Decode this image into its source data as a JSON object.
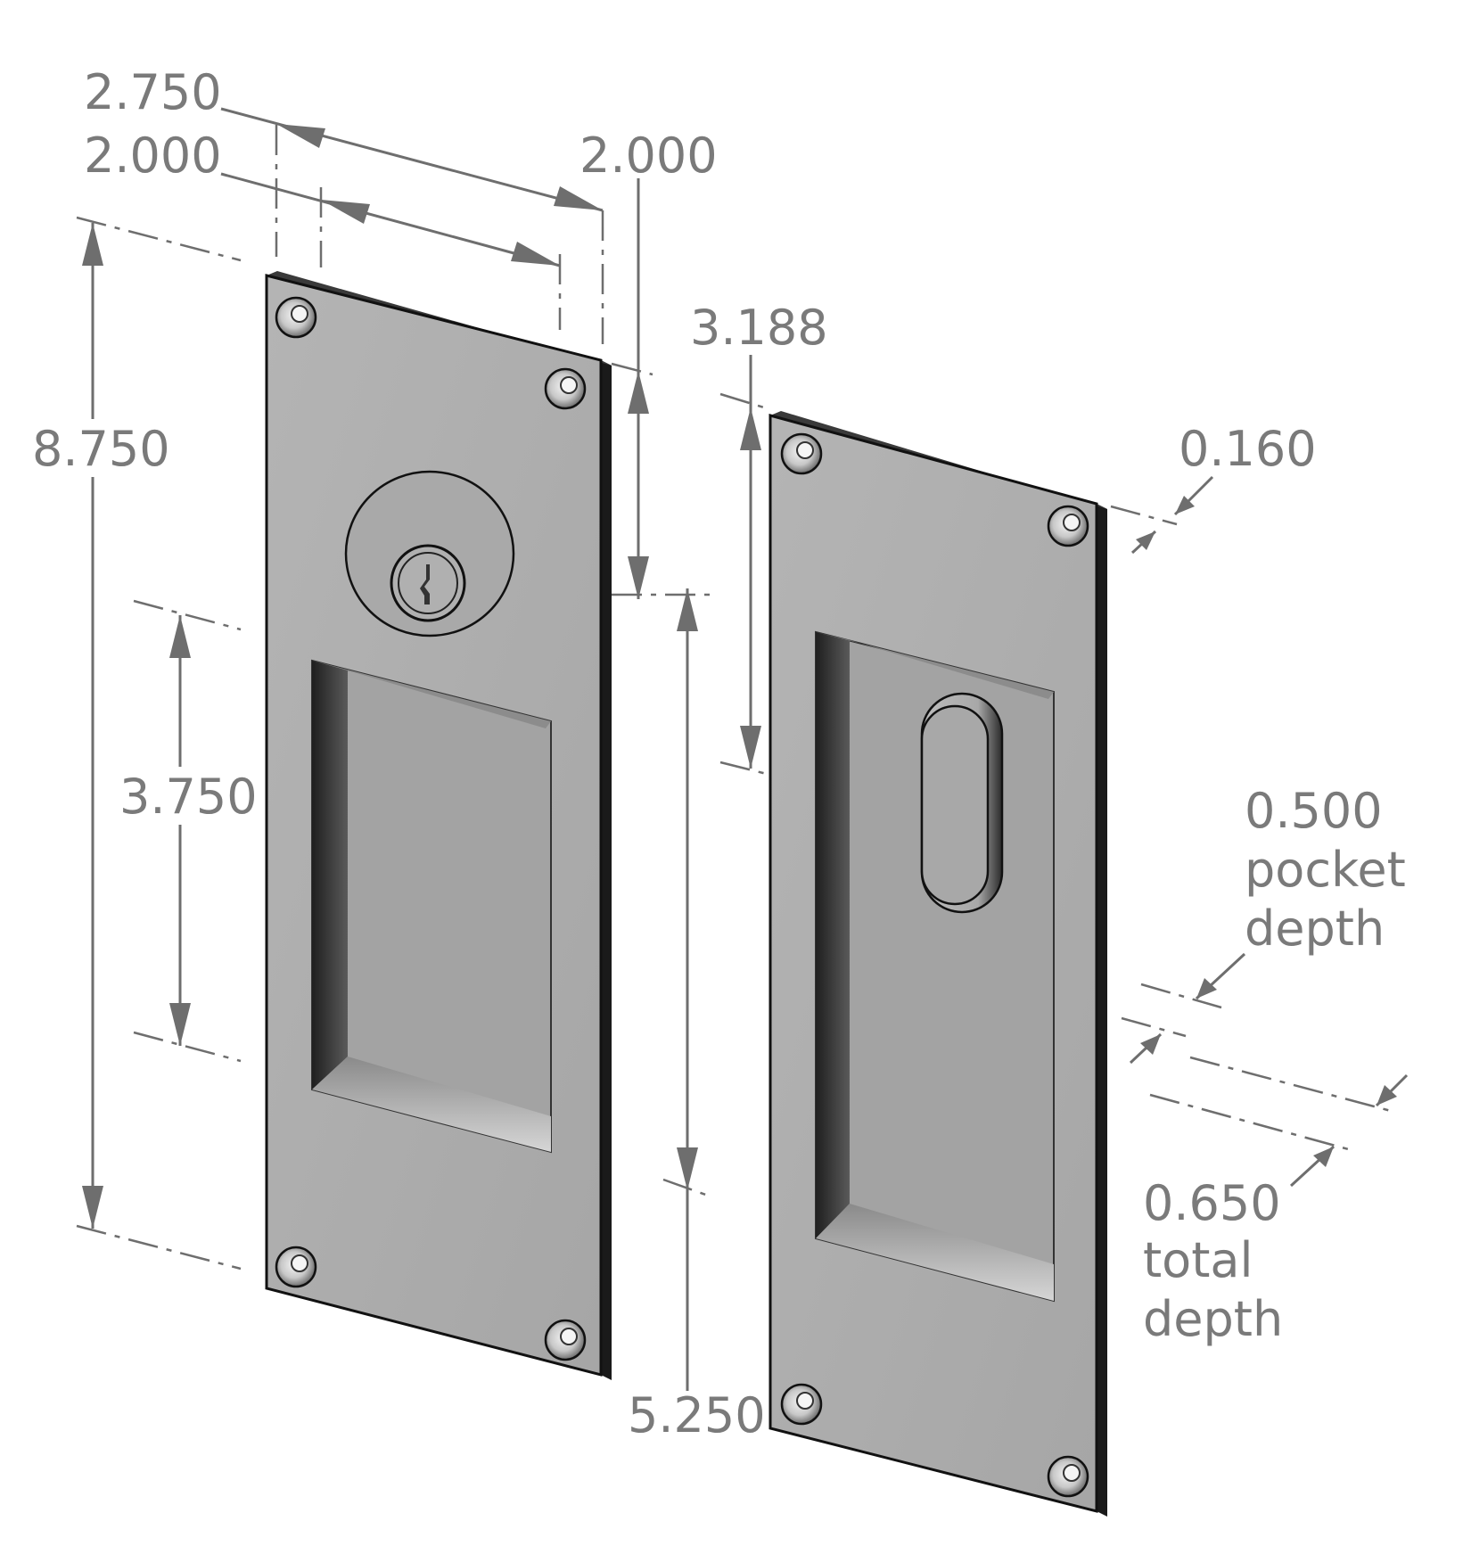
{
  "dimensions": {
    "width_overall": "2.750",
    "width_left_inner": "2.000",
    "right_offset": "2.000",
    "right_pocket_top": "3.188",
    "height_overall": "8.750",
    "faceplate_thickness": "0.160",
    "pocket_height": "3.750",
    "pocket_depth_value": "0.500",
    "pocket_depth_line1": "pocket",
    "pocket_depth_line2": "depth",
    "pocket_bottom": "5.250",
    "total_depth_value": "0.650",
    "total_depth_line1": "total",
    "total_depth_line2": "depth"
  }
}
